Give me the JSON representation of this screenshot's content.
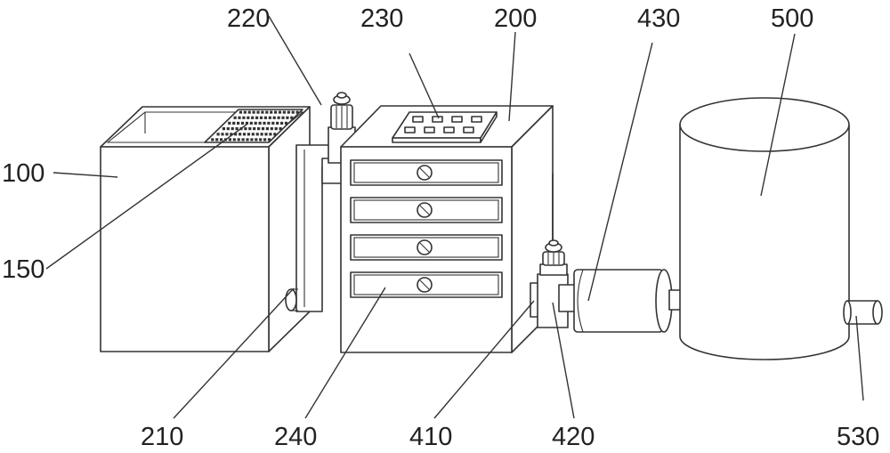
{
  "labels": {
    "l100": "100",
    "l150": "150",
    "l200": "200",
    "l210": "210",
    "l220": "220",
    "l230": "230",
    "l240": "240",
    "l410": "410",
    "l420": "420",
    "l430": "430",
    "l500": "500",
    "l530": "530"
  },
  "colors": {
    "stroke": "#333333",
    "background": "#ffffff"
  }
}
